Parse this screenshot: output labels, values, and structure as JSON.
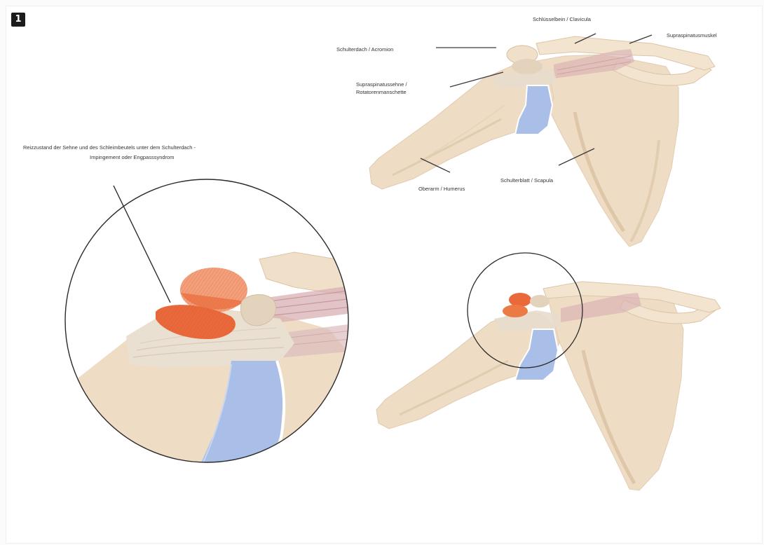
{
  "figure": {
    "number": "1"
  },
  "labels": {
    "clavicle": "Schlüsselbein / Clavicula",
    "supraspinatus_muscle": "Supraspinatusmuskel",
    "acromion": "Schulterdach / Acromion",
    "supraspinatus_tendon_line1": "Supraspinatussehne /",
    "supraspinatus_tendon_line2": "Rotatorenmanschette",
    "humerus": "Oberarm / Humerus",
    "scapula": "Schulterblatt / Scapula",
    "impingement_line1": "Reizzustand der Sehne und des Schleimbeutels unter dem Schulterdach -",
    "impingement_line2": "Impingement oder Engpasssyndrom"
  },
  "colors": {
    "bone": "#efdcc4",
    "bone_shadow": "#d9c1a2",
    "bone_dark": "#c8ab88",
    "cartilage": "#aabfe8",
    "muscle": "#d8b0b3",
    "inflamed": "#e9693a",
    "inflamed_light": "#f3a07a",
    "line": "#3a3a3a"
  }
}
